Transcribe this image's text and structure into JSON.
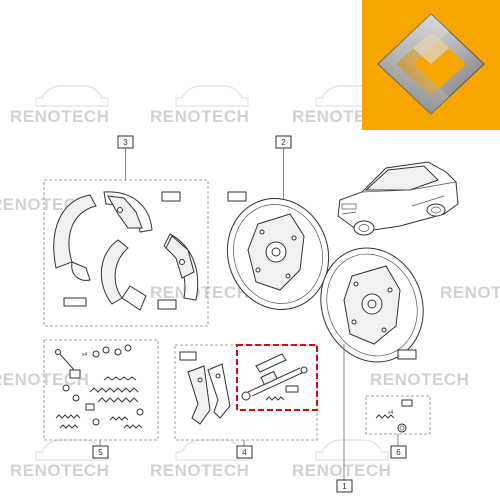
{
  "watermark": {
    "text": "RENOTECH"
  },
  "callouts": {
    "c1": "1",
    "c2": "2",
    "c3": "3",
    "c4": "4",
    "c5": "5",
    "c6": "6"
  },
  "quantities": {
    "kit5": "x4",
    "kit6": "x4"
  },
  "colors": {
    "logo_bg": "#f7a600",
    "highlight": "#d01010",
    "line": "#3a3a3a",
    "frame": "#888888",
    "watermark": "#d2d2d2"
  },
  "logo": {
    "icon": "renault-diamond-logo"
  },
  "highlight": {
    "group": "4",
    "part": "wheel-cylinder-adjuster"
  }
}
